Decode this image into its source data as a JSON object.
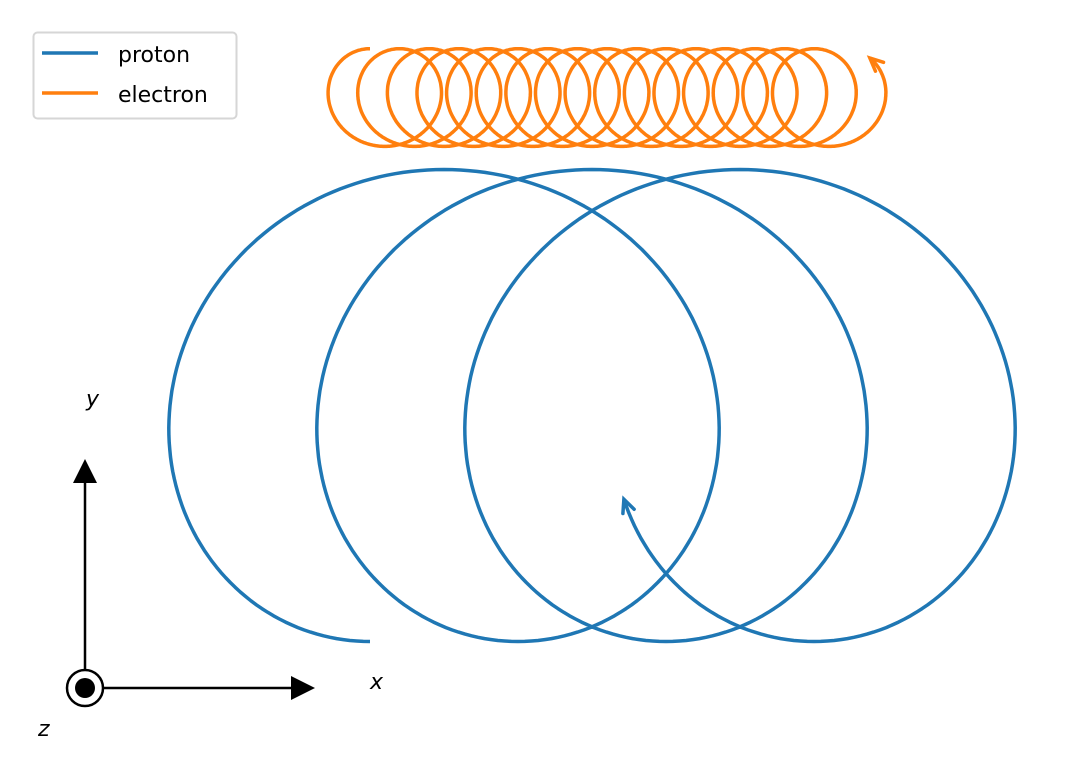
{
  "chart_data": {
    "type": "line",
    "title": "",
    "legend": {
      "placement": "top-left",
      "entries": [
        "proton",
        "electron"
      ]
    },
    "grid": false,
    "axes_visible": false,
    "series": [
      {
        "name": "proton",
        "color": "#1f77b4",
        "radius": 1.0,
        "drift_per_turn": 0.6245,
        "guiding_center_start": [
          1.2025,
          1.197
        ],
        "start_angle_deg": -90,
        "rotation": "clockwise",
        "turns": 3.185
      },
      {
        "name": "electron",
        "color": "#ff7f0e",
        "radius": 0.207,
        "drift_per_turn": 0.125,
        "guiding_center_start": [
          1.2025,
          2.502
        ],
        "start_angle_deg": 90,
        "rotation": "counterclockwise",
        "turns": 15.9
      }
    ],
    "axis_indicator": {
      "x_label": "x",
      "y_label": "y",
      "z_label": "z",
      "z_direction": "out-of-page"
    }
  }
}
